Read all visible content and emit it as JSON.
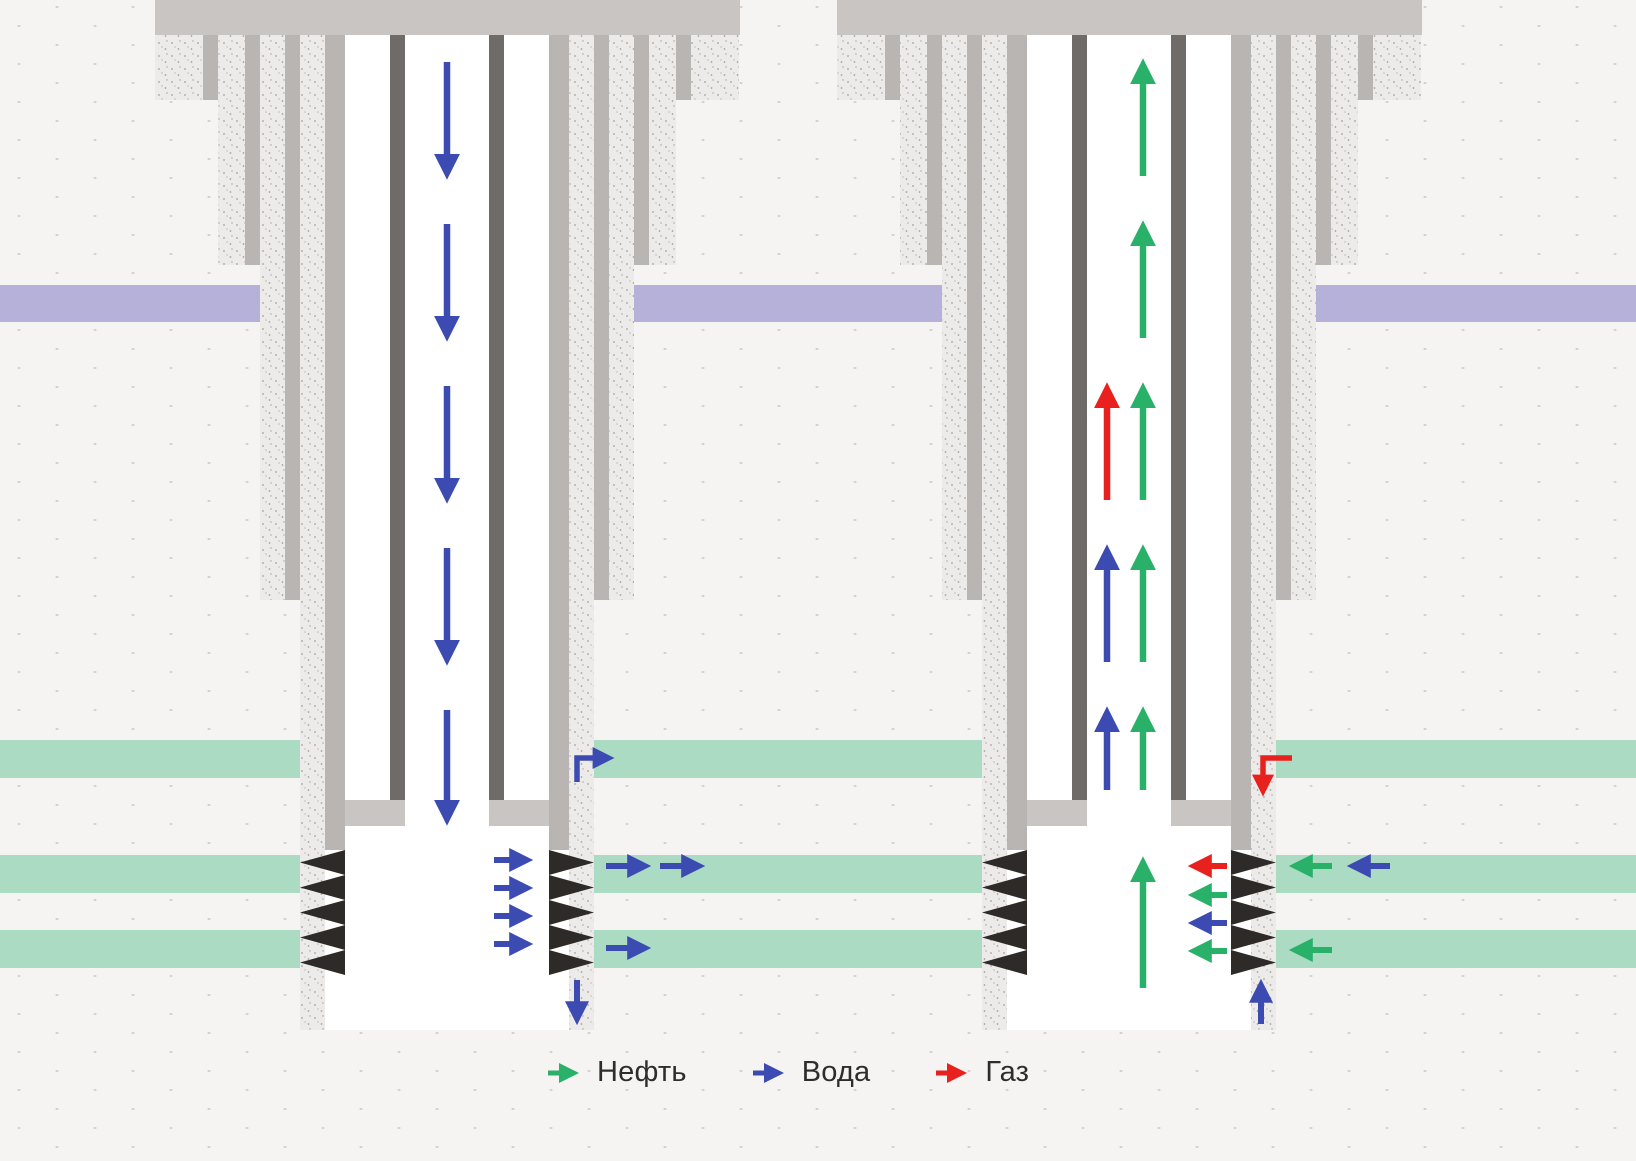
{
  "legend": {
    "items": [
      {
        "id": "oil",
        "label": "Нефть"
      },
      {
        "id": "water",
        "label": "Вода"
      },
      {
        "id": "gas",
        "label": "Газ"
      }
    ]
  },
  "wells": {
    "injection": {
      "id": "injection-well",
      "flow_fluid": "Вода",
      "flow_direction": "down"
    },
    "production": {
      "id": "production-well",
      "flow_fluids": [
        "Нефть",
        "Вода",
        "Газ"
      ],
      "flow_direction": "up"
    }
  },
  "colors": {
    "background": "#f5f4f2",
    "bg_dot": "#c3c0bd",
    "cement": "#edebe9",
    "cement_dot": "#a5a19d",
    "cap": "#c8c5c3",
    "casing": "#b8b5b3",
    "tubing": "#6f6b68",
    "packer": "#c8c5c3",
    "bore": "#ffffff",
    "perforation": "#2d2a28",
    "band_upper": "#b6b1d9",
    "band_reservoir": "#abdcc3",
    "oil": "#2ab169",
    "water": "#3c4bb1",
    "gas": "#e8201e",
    "text": "#2f2c2a"
  }
}
